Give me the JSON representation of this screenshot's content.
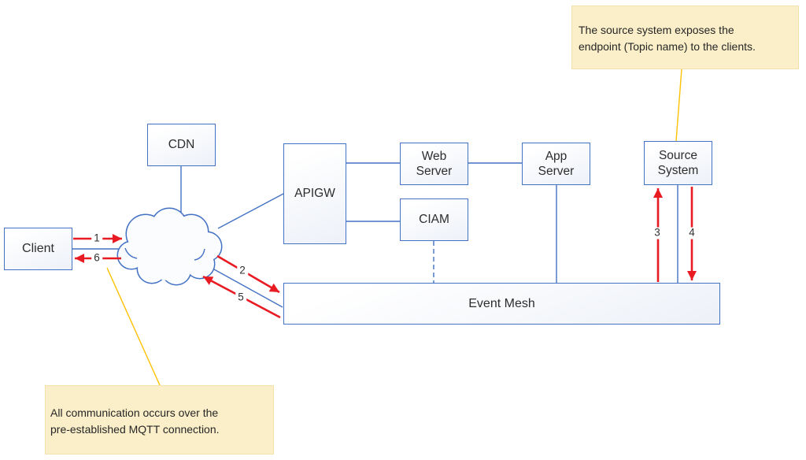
{
  "diagram": {
    "nodes": {
      "client": {
        "label": "Client"
      },
      "cdn": {
        "label": "CDN"
      },
      "apigw": {
        "label": "APIGW"
      },
      "web_server": {
        "label": "Web\nServer"
      },
      "ciam": {
        "label": "CIAM"
      },
      "app_server": {
        "label": "App\nServer"
      },
      "source_system": {
        "label": "Source\nSystem"
      },
      "event_mesh": {
        "label": "Event Mesh"
      }
    },
    "notes": {
      "source_note": "The source system exposes the\nendpoint (Topic name) to the clients.",
      "mqtt_note": "All communication occurs over the\npre-established MQTT connection."
    },
    "steps": {
      "s1": "1",
      "s2": "2",
      "s3": "3",
      "s4": "4",
      "s5": "5",
      "s6": "6"
    },
    "colors": {
      "line_blue": "#4472C4",
      "arrow_red": "#E81B23",
      "note_fill": "#FBEFC9",
      "note_border": "#F2E2AE",
      "connector_gold": "#FFC000"
    }
  }
}
